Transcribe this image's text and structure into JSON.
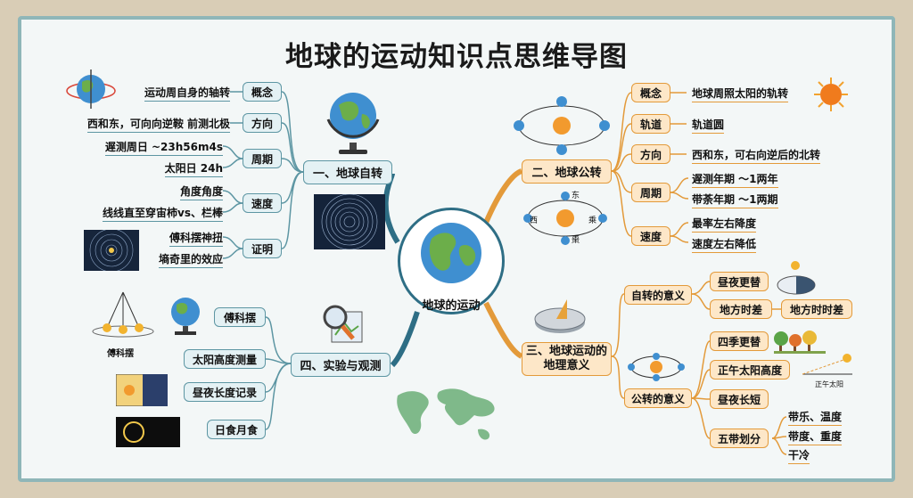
{
  "title": "地球的运动知识点思维导图",
  "center": "地球的运动",
  "branch1": {
    "label": "一、地球自转",
    "items": [
      "概念",
      "方向",
      "周期",
      "速度",
      "证明"
    ],
    "concept": "运动周自身的轴转",
    "direction": "西和东，可向向逆鞍 前测北极",
    "period": [
      "遅测周日 ~23h56m4s",
      "太阳日 24h"
    ],
    "speed": [
      "角度角度",
      "线线直至穿宙柿vs、栏棒"
    ],
    "proof": [
      "傅科摆神扭",
      "墒奇里的效应"
    ]
  },
  "branch2": {
    "label": "二、地球公转",
    "items": [
      "概念",
      "轨道",
      "方向",
      "周期",
      "速度"
    ],
    "concept": "地球周照太阳的轨转",
    "orbit": "轨道圆",
    "direction": "西和东，可右向逆后的北转",
    "period": [
      "遅测年期 ～1两年",
      "带荼年期 ～1两期"
    ],
    "speed": [
      "最率左右降度",
      "速度左右降低"
    ],
    "orbit_labels": [
      "东",
      "西",
      "乘",
      "棗"
    ]
  },
  "branch3": {
    "label": "三、地球运动的地理意义",
    "rot_label": "自转的意义",
    "rot_items": [
      "昼夜更替",
      "地方时差"
    ],
    "rot_extra": "地方时时差",
    "rev_label": "公转的意义",
    "rev_items": [
      "四季更替",
      "正午太阳高度",
      "昼夜长短",
      "五带划分"
    ],
    "zones": [
      "带乐、温度",
      "带度、重度",
      "干冷"
    ],
    "sun_angle_label": "正午太阳"
  },
  "branch4": {
    "label": "四、实验与观测",
    "items": [
      "傅科摆",
      "太阳高度测量",
      "昼夜长度记录",
      "日食月食"
    ],
    "pendulum_label": "傅科摆"
  },
  "colors": {
    "blue": "#2e6e85",
    "orange": "#e39a3a"
  }
}
